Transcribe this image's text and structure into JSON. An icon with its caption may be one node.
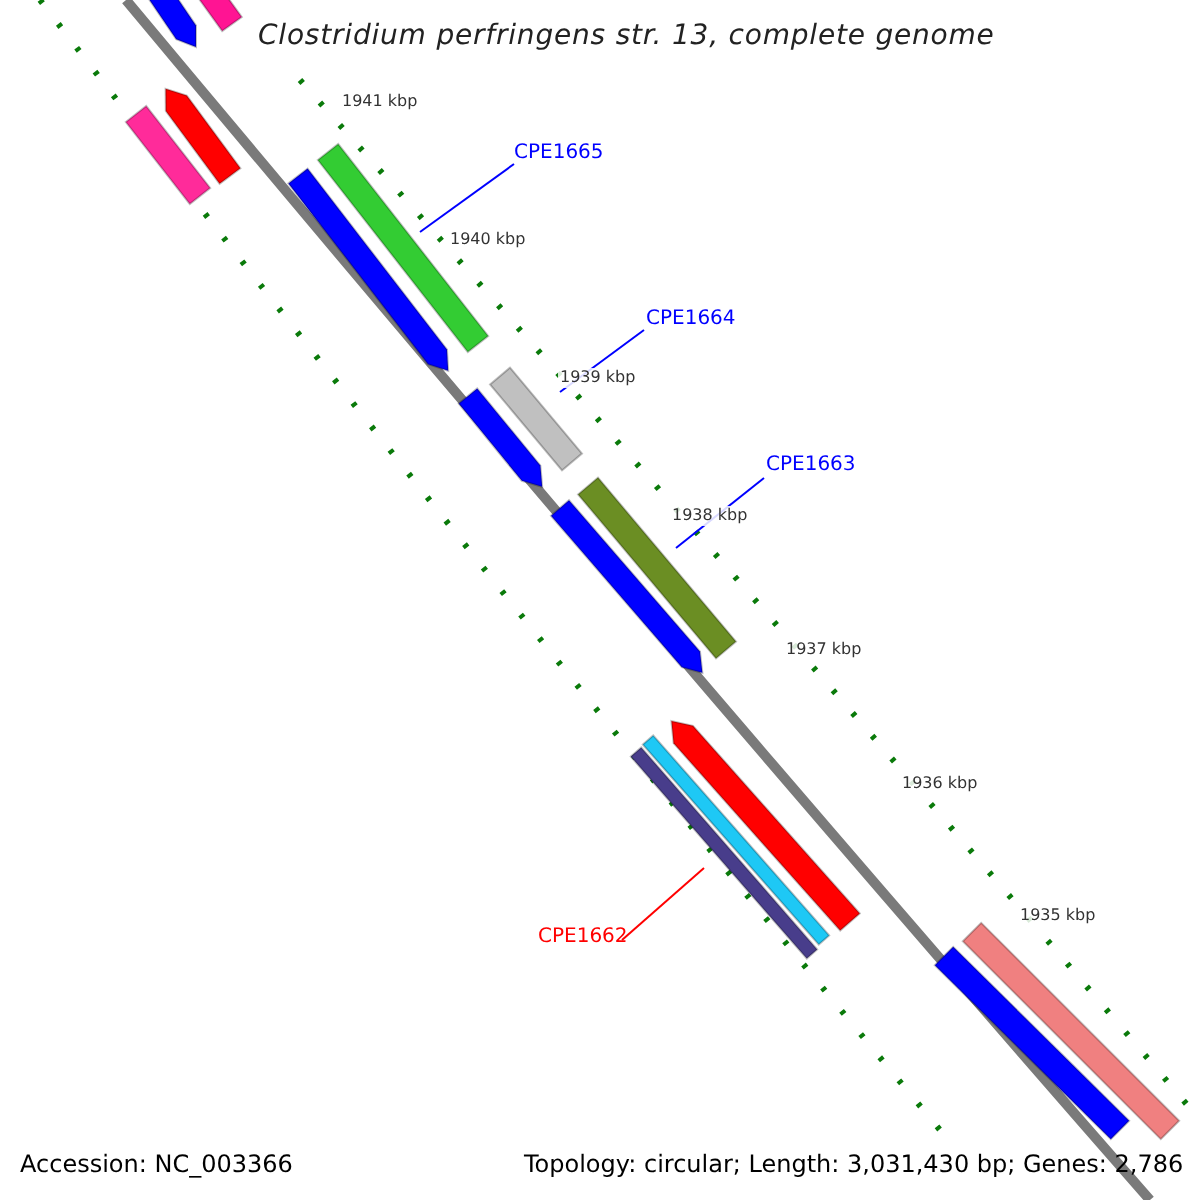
{
  "diagram": {
    "title": "Clostridium perfringens str. 13, complete genome",
    "nodes": [
      {
        "text": [
          "CPE1665"
        ]
      },
      {
        "text": [],
        "shape": "bar"
      },
      {
        "text": [
          "CPE1664"
        ]
      },
      {
        "text": [],
        "shape": "bar"
      },
      {
        "text": [
          "CPE1663"
        ]
      },
      {
        "text": [],
        "shape": "bar"
      },
      {
        "text": [],
        "shape": "bar"
      },
      {
        "text": [
          "CPE1662"
        ]
      }
    ],
    "edges": [
      {
        "from": 0,
        "to": 1,
        "arrow": "none"
      },
      {
        "from": 2,
        "to": 3,
        "arrow": "none"
      },
      {
        "from": 4,
        "to": 5,
        "arrow": "none"
      },
      {
        "from": 7,
        "to": 6,
        "arrow": "none",
        "color": "#ff0000"
      }
    ],
    "labels": [
      "1941 kbp",
      "1940 kbp",
      "1939 kbp",
      "1938 kbp",
      "1937 kbp",
      "1936 kbp",
      "1935 kbp",
      "Accession: NC_003366",
      "Topology: circular; Length: 3,031,430 bp; Genes: 2,786"
    ]
  }
}
